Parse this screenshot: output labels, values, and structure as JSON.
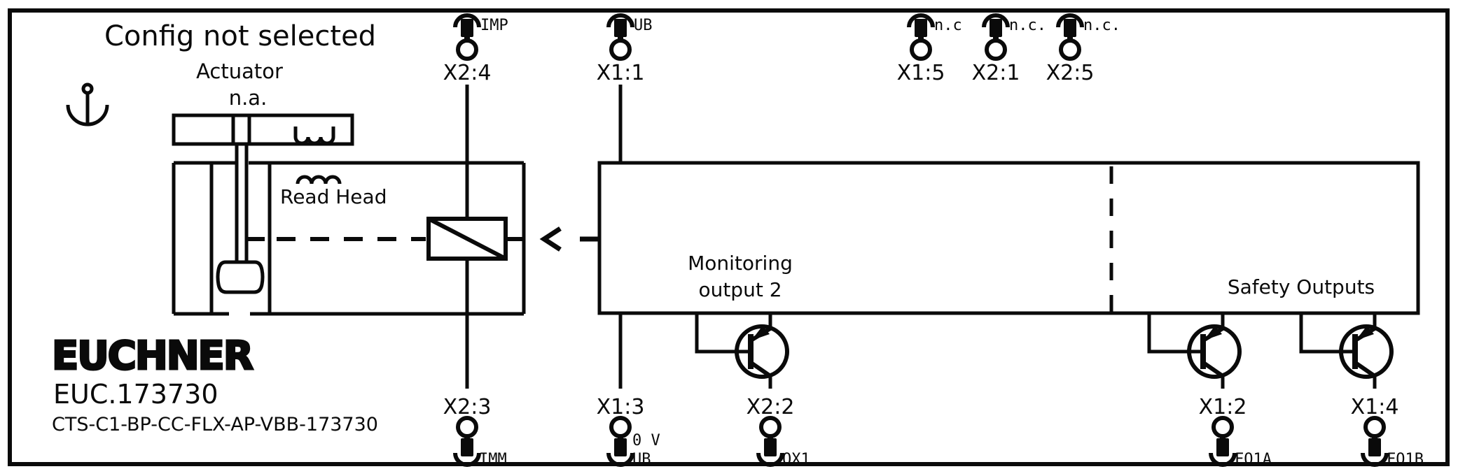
{
  "page": {
    "background": "#ffffff",
    "ink": "#0a0a0a"
  },
  "header": {
    "status_text": "Config not selected"
  },
  "actuator": {
    "label": "Actuator",
    "value": "n.a."
  },
  "read_head": {
    "label": "Read Head"
  },
  "main_unit": {
    "monitoring_label_line1": "Monitoring",
    "monitoring_label_line2": "output 2",
    "safety_outputs_label": "Safety Outputs"
  },
  "branding": {
    "logo": "EUCHNER",
    "config_id": "EUC.173730",
    "article": "CTS-C1-BP-CC-FLX-AP-VBB-173730"
  },
  "terminals_top": [
    {
      "id": "X2:4",
      "signal": "IMP"
    },
    {
      "id": "X1:1",
      "signal": "UB"
    },
    {
      "id": "X1:5",
      "signal": "n.c"
    },
    {
      "id": "X2:1",
      "signal": "n.c."
    },
    {
      "id": "X2:5",
      "signal": "n.c."
    }
  ],
  "terminals_bottom": [
    {
      "id": "X2:3",
      "signal": "IMM"
    },
    {
      "id": "X1:3",
      "signal_upper": "0 V",
      "signal": "UB"
    },
    {
      "id": "X2:2",
      "signal": "OX1"
    },
    {
      "id": "X1:2",
      "signal": "FO1A"
    },
    {
      "id": "X1:4",
      "signal": "FO1B"
    }
  ]
}
